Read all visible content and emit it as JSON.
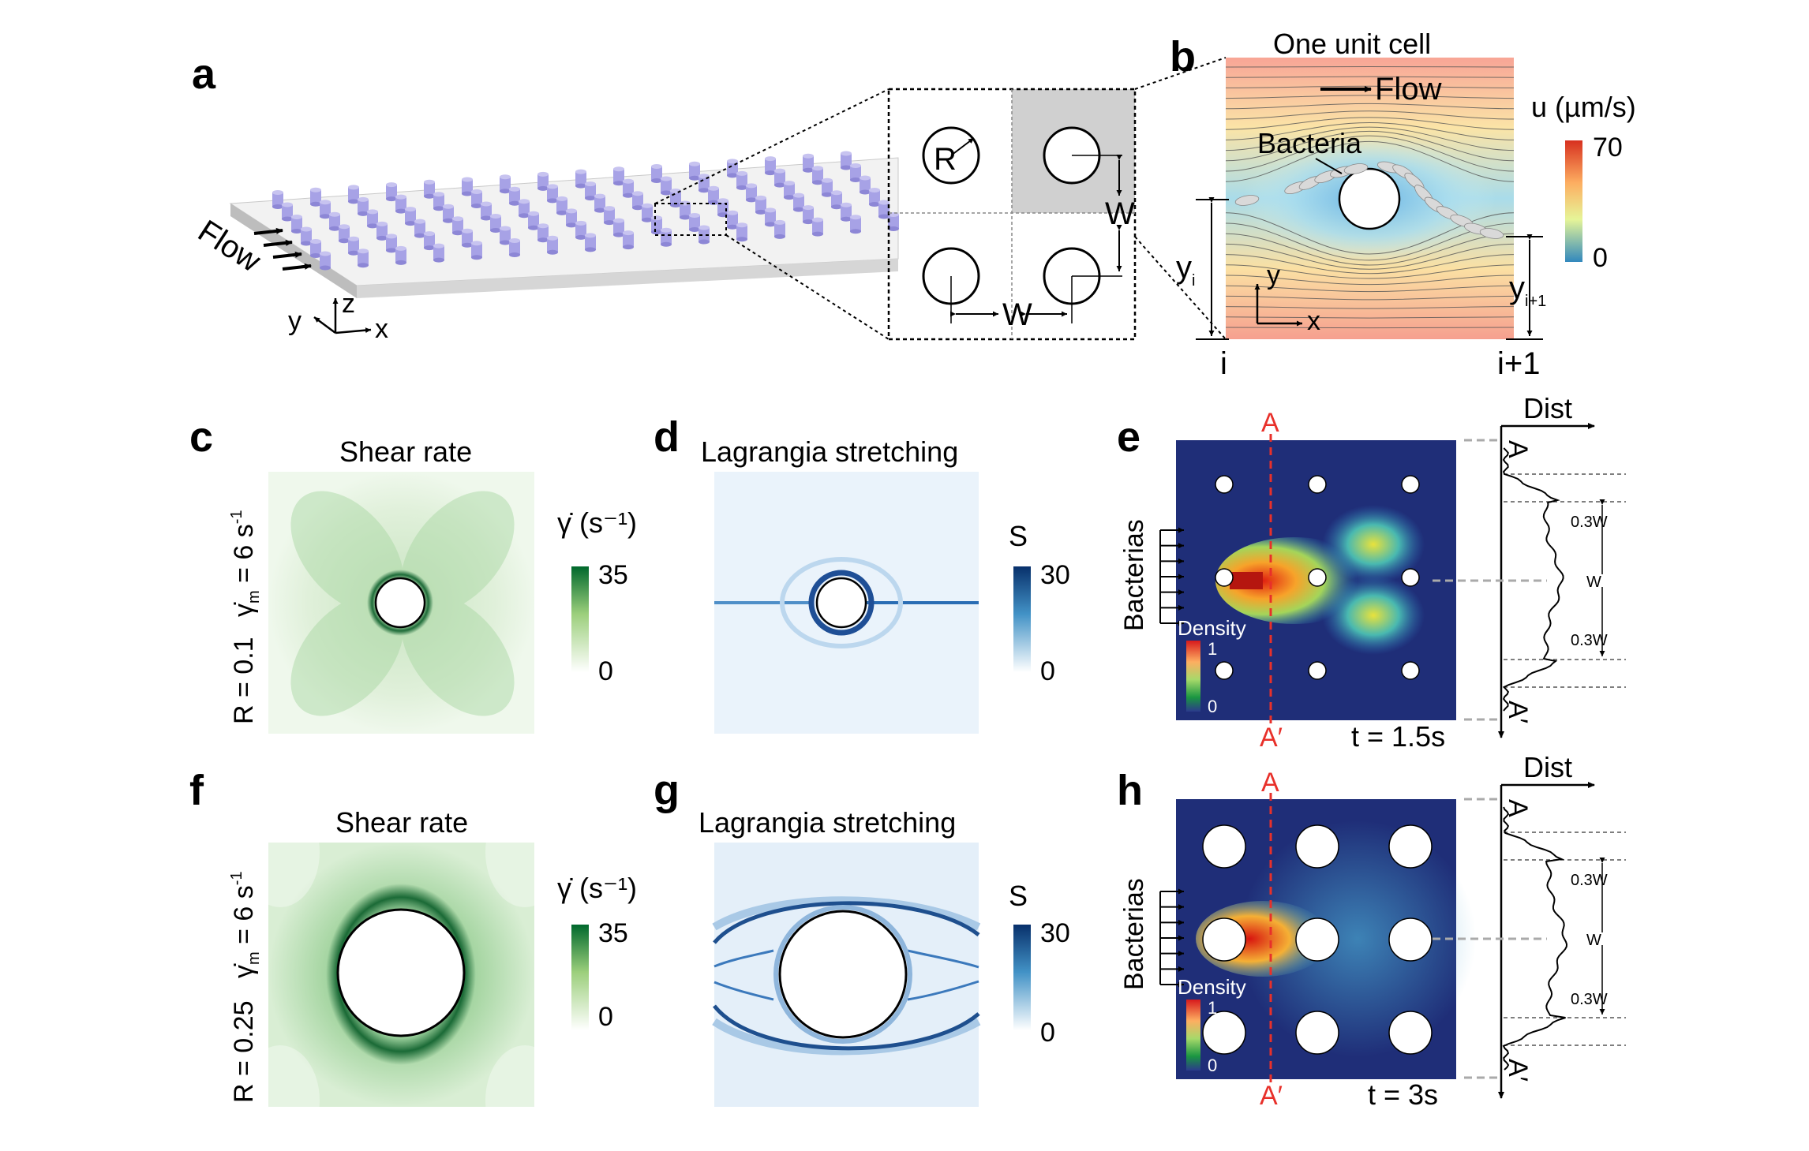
{
  "panels": {
    "a": {
      "letter": "a",
      "flow": "Flow",
      "axes": {
        "x": "x",
        "y": "y",
        "z": "z"
      },
      "inset": {
        "radius": "R",
        "spacing_y": "W",
        "spacing_x": "W"
      }
    },
    "b": {
      "letter": "b",
      "title": "One unit cell",
      "flow": "Flow",
      "bacteria": "Bacteria",
      "y_left_base": "y",
      "y_left_sub": "i",
      "y_right_base": "y",
      "y_right_sub": "i+1",
      "axis_y": "y",
      "axis_x": "x",
      "idx_left": "i",
      "idx_right": "i+1",
      "colorbar": {
        "label": "u (µm/s)",
        "max": "70",
        "min": "0",
        "colors": [
          "#d7301f",
          "#fdae61",
          "#e6f598",
          "#3288bd"
        ]
      }
    },
    "c": {
      "letter": "c",
      "title": "Shear rate",
      "row_label_R": "R = 0.1",
      "row_label_gamma_main": "γ̇",
      "row_label_gamma_sub": "m",
      "row_label_gamma_rest": " = 6 s",
      "row_label_gamma_sup": "-1",
      "colorbar": {
        "label": "γ̇ (s⁻¹)",
        "max": "35",
        "min": "0",
        "colors": [
          "#00682c",
          "#9ccf7c",
          "#ffffff"
        ]
      }
    },
    "d": {
      "letter": "d",
      "title": "Lagrangia stretching",
      "colorbar": {
        "label": "S",
        "max": "30",
        "min": "0",
        "colors": [
          "#08306b",
          "#4292c6",
          "#ffffff"
        ]
      }
    },
    "e": {
      "letter": "e",
      "line_top": "A",
      "line_bottom": "A′",
      "time": "t = 1.5s",
      "inlet": "Bacterias",
      "density_label": "Density",
      "density_max": "1",
      "density_min": "0",
      "dist_label": "Dist",
      "profile_top": "A",
      "profile_bottom": "A′",
      "mark_upper": "0.3W",
      "mark_mid": "W",
      "mark_lower": "0.3W"
    },
    "f": {
      "letter": "f",
      "title": "Shear rate",
      "row_label_R": "R = 0.25",
      "row_label_gamma_main": "γ̇",
      "row_label_gamma_sub": "m",
      "row_label_gamma_rest": " = 6 s",
      "row_label_gamma_sup": "-1",
      "colorbar": {
        "label": "γ̇ (s⁻¹)",
        "max": "35",
        "min": "0",
        "colors": [
          "#00682c",
          "#9ccf7c",
          "#ffffff"
        ]
      }
    },
    "g": {
      "letter": "g",
      "title": "Lagrangia stretching",
      "colorbar": {
        "label": "S",
        "max": "30",
        "min": "0",
        "colors": [
          "#08306b",
          "#4292c6",
          "#ffffff"
        ]
      }
    },
    "h": {
      "letter": "h",
      "line_top": "A",
      "line_bottom": "A′",
      "time": "t = 3s",
      "inlet": "Bacterias",
      "density_label": "Density",
      "density_max": "1",
      "density_min": "0",
      "dist_label": "Dist",
      "profile_top": "A",
      "profile_bottom": "A′",
      "mark_upper": "0.3W",
      "mark_mid": "W",
      "mark_lower": "0.3W"
    }
  },
  "colors": {
    "field_bg": "#1f2e78",
    "marker": "#e8302a",
    "pillar": "#a7a2e6"
  }
}
